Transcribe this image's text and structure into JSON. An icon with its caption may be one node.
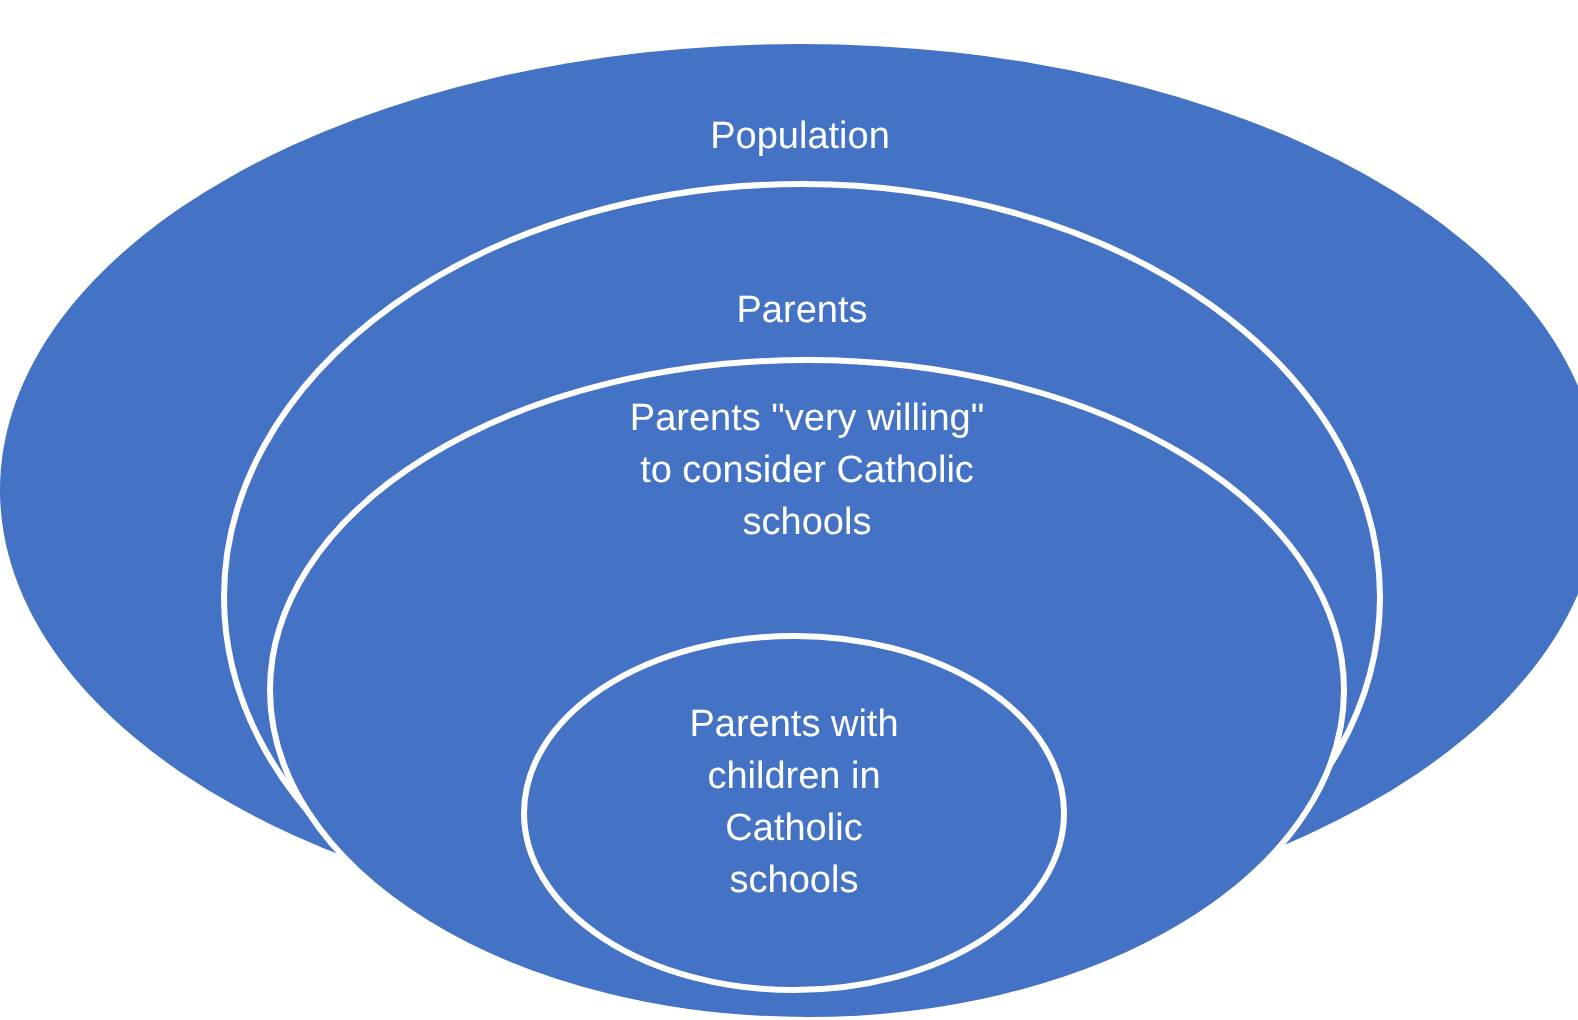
{
  "diagram": {
    "nodes": [
      {
        "text": [
          "Population"
        ]
      },
      {
        "text": [
          "Parents"
        ],
        "in": 0
      },
      {
        "text": [
          "Parents \"very willing\" to consider Catholic schools"
        ],
        "in": 1
      },
      {
        "text": [
          "Parents with children in Catholic schools"
        ],
        "in": 2
      }
    ]
  }
}
